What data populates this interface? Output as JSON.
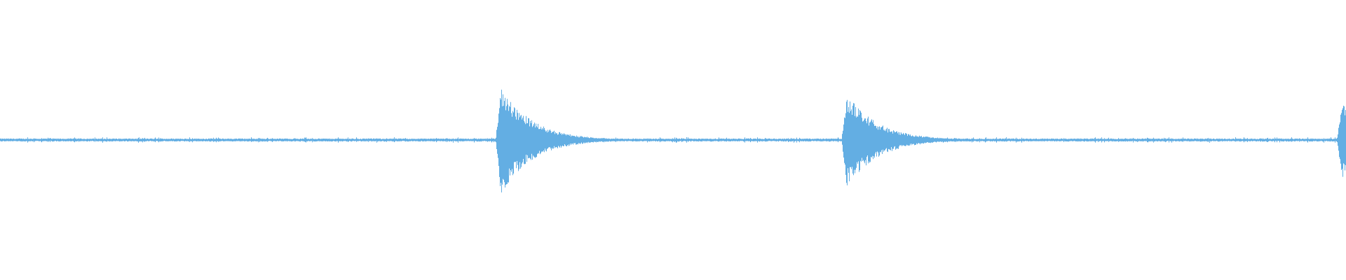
{
  "waveform": {
    "color": "#63aee3",
    "background": "#ffffff",
    "baseline_amplitude": 0.022,
    "transients": [
      {
        "position": 0.372,
        "peak_amplitude_up": 0.78,
        "peak_amplitude_down": 0.79,
        "decay": 0.05
      },
      {
        "position": 0.629,
        "peak_amplitude_up": 0.68,
        "peak_amplitude_down": 0.69,
        "decay": 0.05
      },
      {
        "position": 0.997,
        "peak_amplitude_up": 0.58,
        "peak_amplitude_down": 0.6,
        "decay": 0.02
      }
    ]
  }
}
